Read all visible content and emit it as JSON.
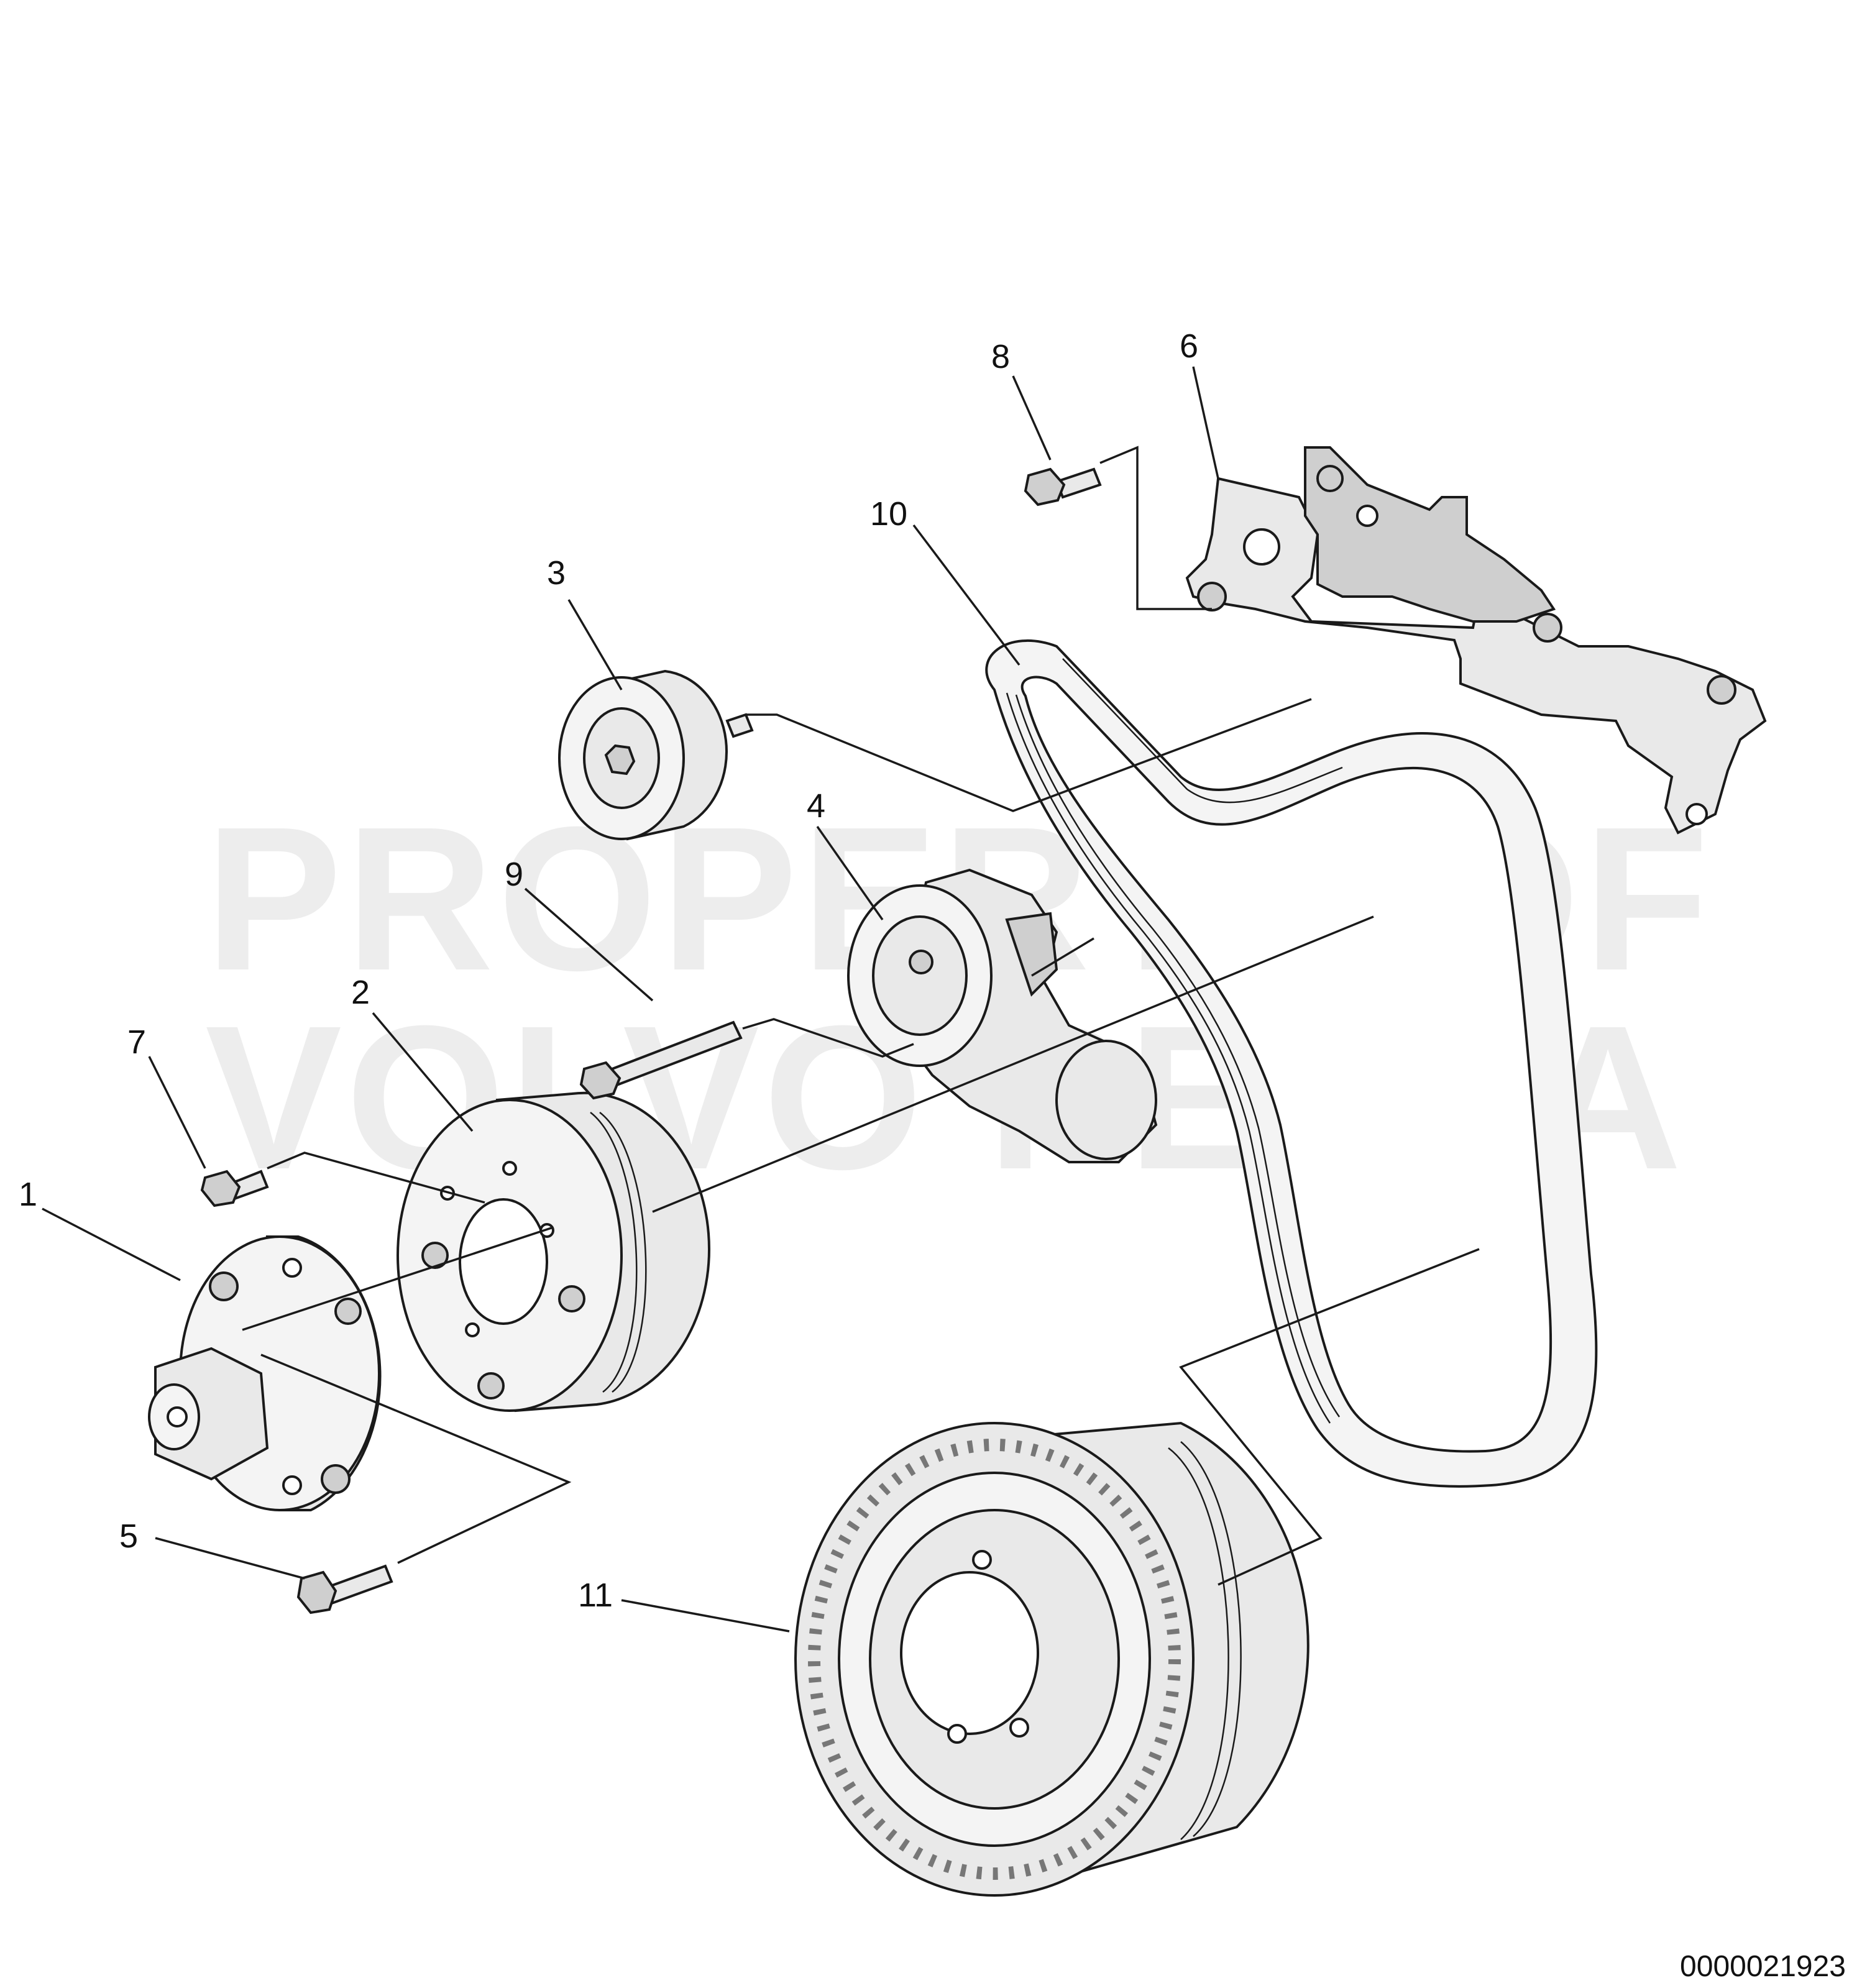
{
  "callouts": {
    "c1": "1",
    "c2": "2",
    "c3": "3",
    "c4": "4",
    "c5": "5",
    "c6": "6",
    "c7": "7",
    "c8": "8",
    "c9": "9",
    "c10": "10",
    "c11": "11"
  },
  "watermark": {
    "line1": "PROPERTY OF",
    "line2": "VOLVO PENTA"
  },
  "document_number": "0000021923"
}
